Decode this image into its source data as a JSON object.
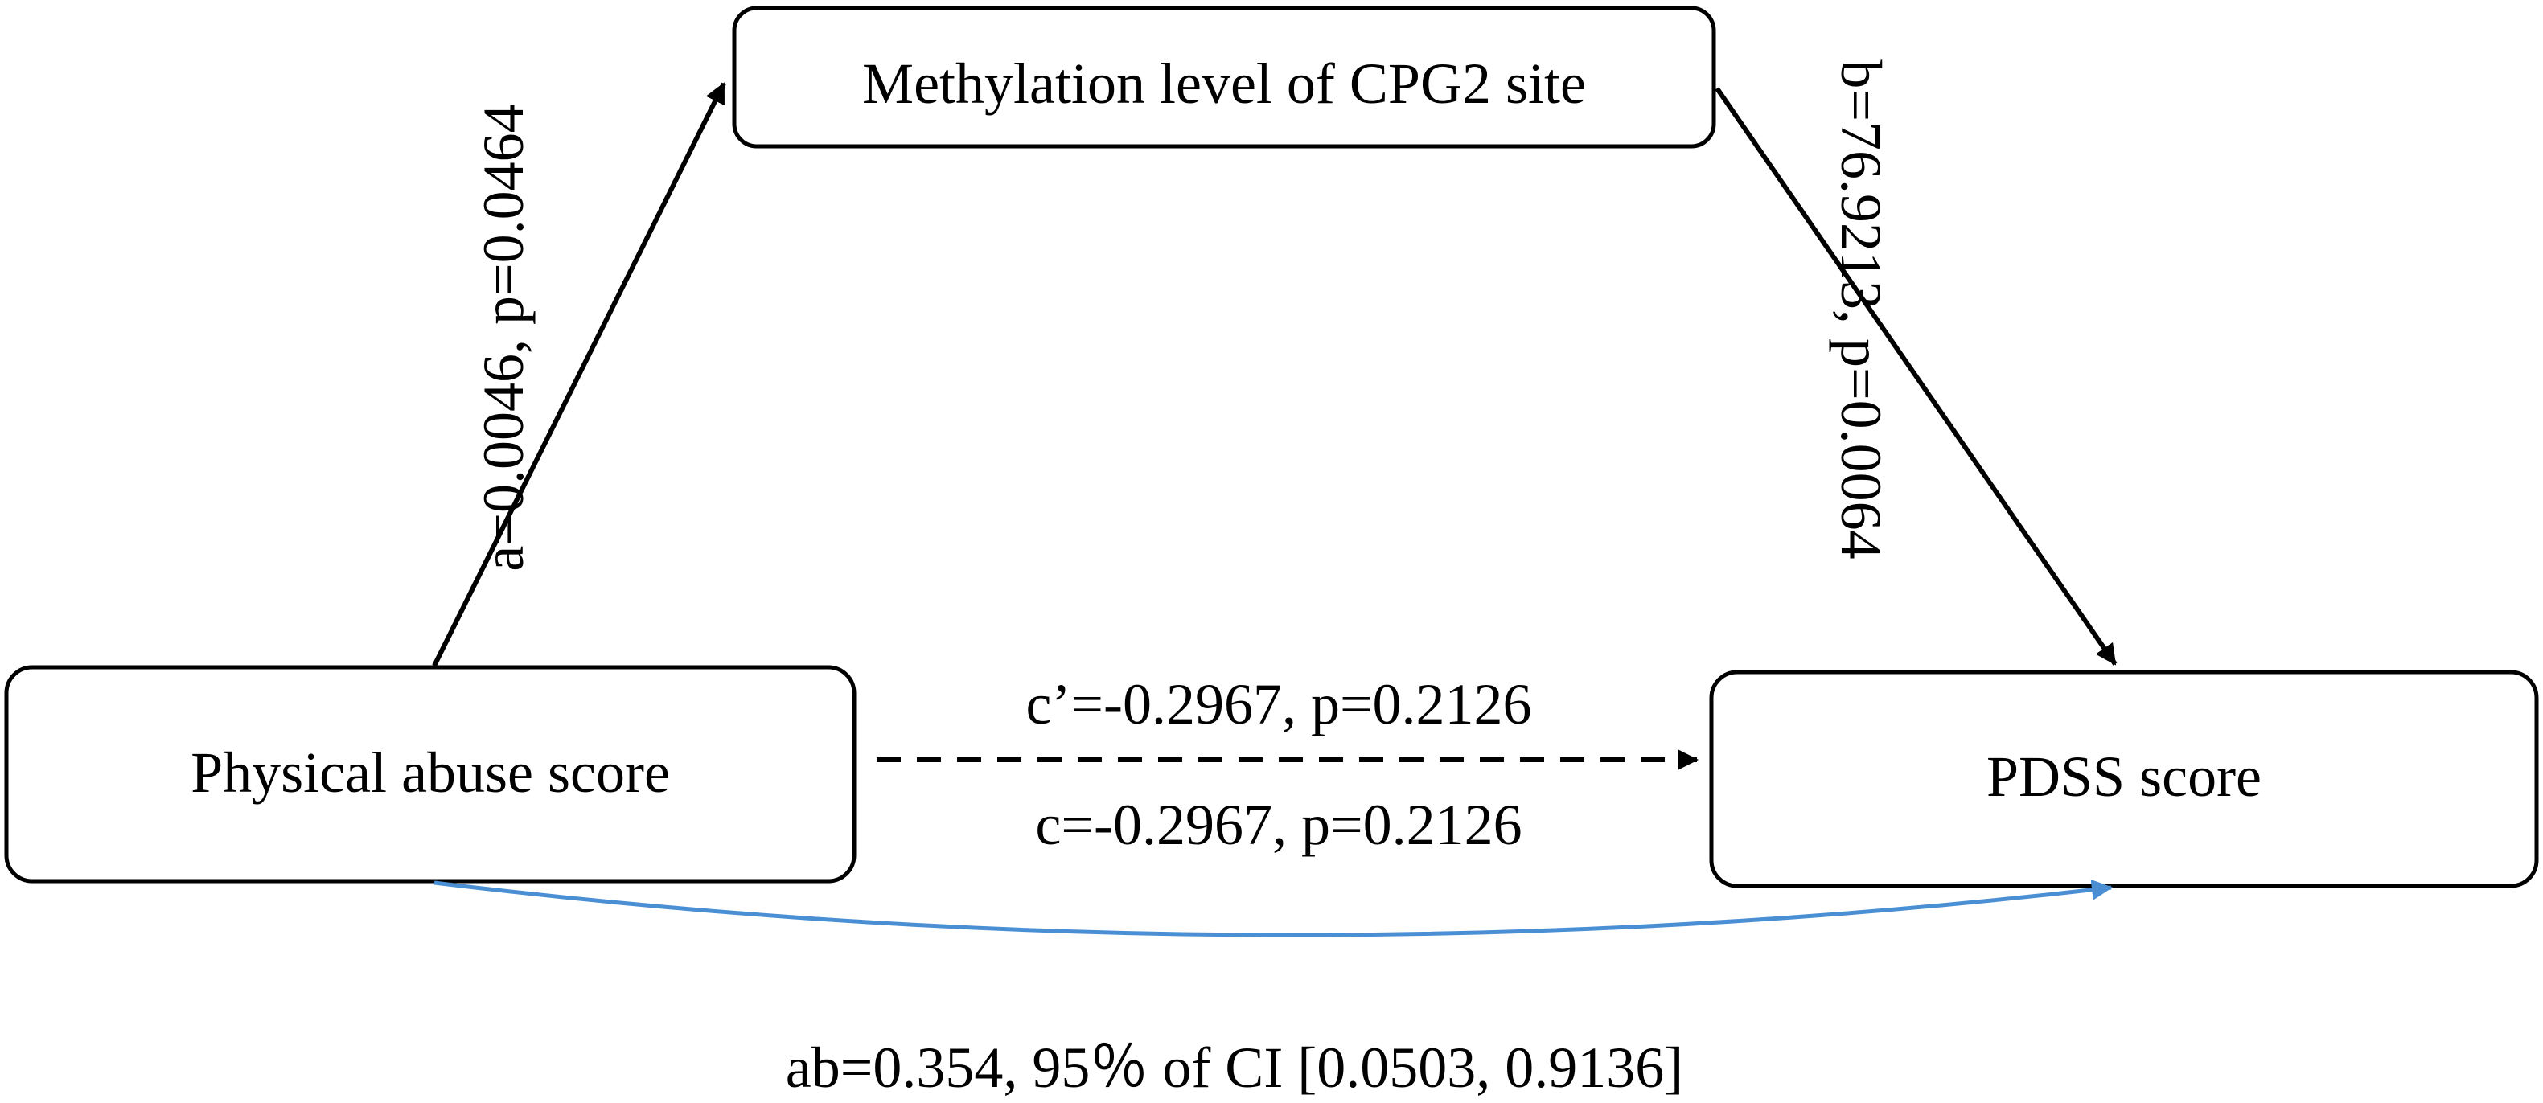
{
  "nodes": {
    "mediator": "Methylation level of CPG2 site",
    "independent": "Physical abuse score",
    "dependent": "PDSS score"
  },
  "paths": {
    "a": "a=0.0046,  p=0.0464",
    "b": "b=76.9213,  p=0.0064",
    "c_prime": "c’=-0.2967, p=0.2126",
    "c": "c=-0.2967, p=0.2126"
  },
  "indirect_effect": "ab=0.354, 95％ of CI [0.0503, 0.9136]",
  "colors": {
    "lines": "#000000",
    "indirect_curve": "#4a8fd4",
    "background": "#ffffff"
  }
}
